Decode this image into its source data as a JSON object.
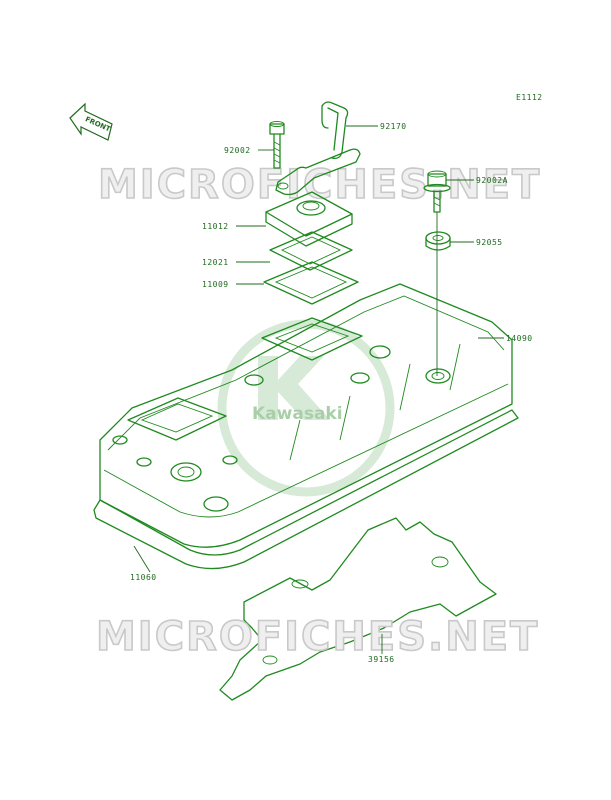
{
  "diagram_code": "E1112",
  "front_label": "FRONT",
  "watermark_text": "MICROFICHES.NET",
  "logo_text": "Kawasaki",
  "colors": {
    "line": "#1f8a1f",
    "text": "#1f6b1f",
    "watermark": "#c9c9c9",
    "logo": "#a9cfa9"
  },
  "parts": [
    {
      "id": "92170",
      "label": "92170"
    },
    {
      "id": "92002",
      "label": "92002"
    },
    {
      "id": "92002A",
      "label": "92002A"
    },
    {
      "id": "11012",
      "label": "11012"
    },
    {
      "id": "92055",
      "label": "92055"
    },
    {
      "id": "12021",
      "label": "12021"
    },
    {
      "id": "11009",
      "label": "11009"
    },
    {
      "id": "14090",
      "label": "14090"
    },
    {
      "id": "11060",
      "label": "11060"
    },
    {
      "id": "39156",
      "label": "39156"
    }
  ]
}
